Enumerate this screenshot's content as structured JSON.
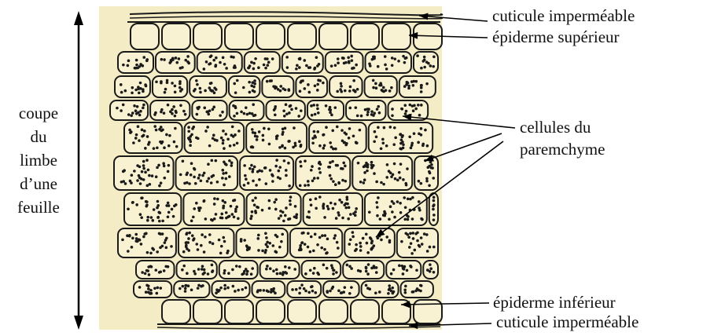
{
  "colors": {
    "paper": "#f4ecc4",
    "cell_fill": "#f8f1d2",
    "ink": "#1a1a1a",
    "label_text": "#111111"
  },
  "labels": {
    "cuticle_top": "cuticule imperméable",
    "epidermis_top": "épiderme supérieur",
    "parenchyma_line1": "cellules du",
    "parenchyma_line2": "paremchyme",
    "epidermis_bottom": "épiderme inférieur",
    "cuticle_bottom": "cuticule imperméable"
  },
  "side_label": {
    "line1": "coupe",
    "line2": "du",
    "line3": "limbe",
    "line4": "d’une",
    "line5": "feuille"
  }
}
